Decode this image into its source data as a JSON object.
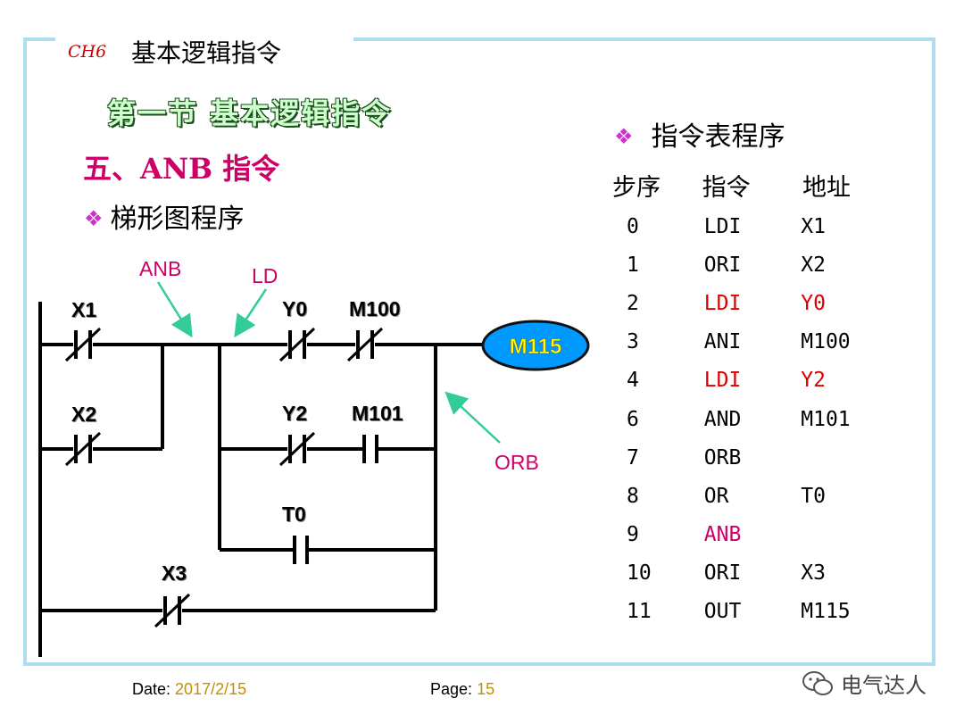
{
  "header": {
    "chapter": "CH6",
    "chapter_title": "基本逻辑指令"
  },
  "section_title": "第一节 基本逻辑指令",
  "subsection": "五、ANB 指令",
  "ladder": {
    "heading": "梯形图程序",
    "contacts": [
      "X1",
      "X2",
      "Y0",
      "M100",
      "Y2",
      "M101",
      "T0",
      "X3"
    ],
    "output_coil": "M115",
    "annotations": [
      "ANB",
      "LD",
      "ORB"
    ]
  },
  "instruction_list": {
    "heading": "指令表程序",
    "columns": [
      "步序",
      "指令",
      "地址"
    ],
    "rows": [
      {
        "step": "0",
        "instr": "LDI",
        "addr": "X1",
        "color": "#000000"
      },
      {
        "step": "1",
        "instr": "ORI",
        "addr": "X2",
        "color": "#000000"
      },
      {
        "step": "2",
        "instr": "LDI",
        "addr": "Y0",
        "color": "#dd0000"
      },
      {
        "step": "3",
        "instr": "ANI",
        "addr": "M100",
        "color": "#000000"
      },
      {
        "step": "4",
        "instr": "LDI",
        "addr": "Y2",
        "color": "#dd0000"
      },
      {
        "step": "6",
        "instr": "AND",
        "addr": "M101",
        "color": "#000000"
      },
      {
        "step": "7",
        "instr": "ORB",
        "addr": "",
        "color": "#000000"
      },
      {
        "step": "8",
        "instr": "OR",
        "addr": "T0",
        "color": "#000000"
      },
      {
        "step": "9",
        "instr": "ANB",
        "addr": "",
        "color": "#cc0066"
      },
      {
        "step": "10",
        "instr": "ORI",
        "addr": "X3",
        "color": "#000000"
      },
      {
        "step": "11",
        "instr": "OUT",
        "addr": "M115",
        "color": "#000000"
      }
    ]
  },
  "footer": {
    "date_label": "Date:",
    "date": "2017/2/15",
    "page_label": "Page:",
    "page": "15"
  },
  "watermark": "电气达人",
  "colors": {
    "frame": "#aeddf2",
    "coil_fill": "#0099ff",
    "coil_text": "#ffff00",
    "arrow": "#33cc99",
    "annotation": "#cc0066"
  }
}
